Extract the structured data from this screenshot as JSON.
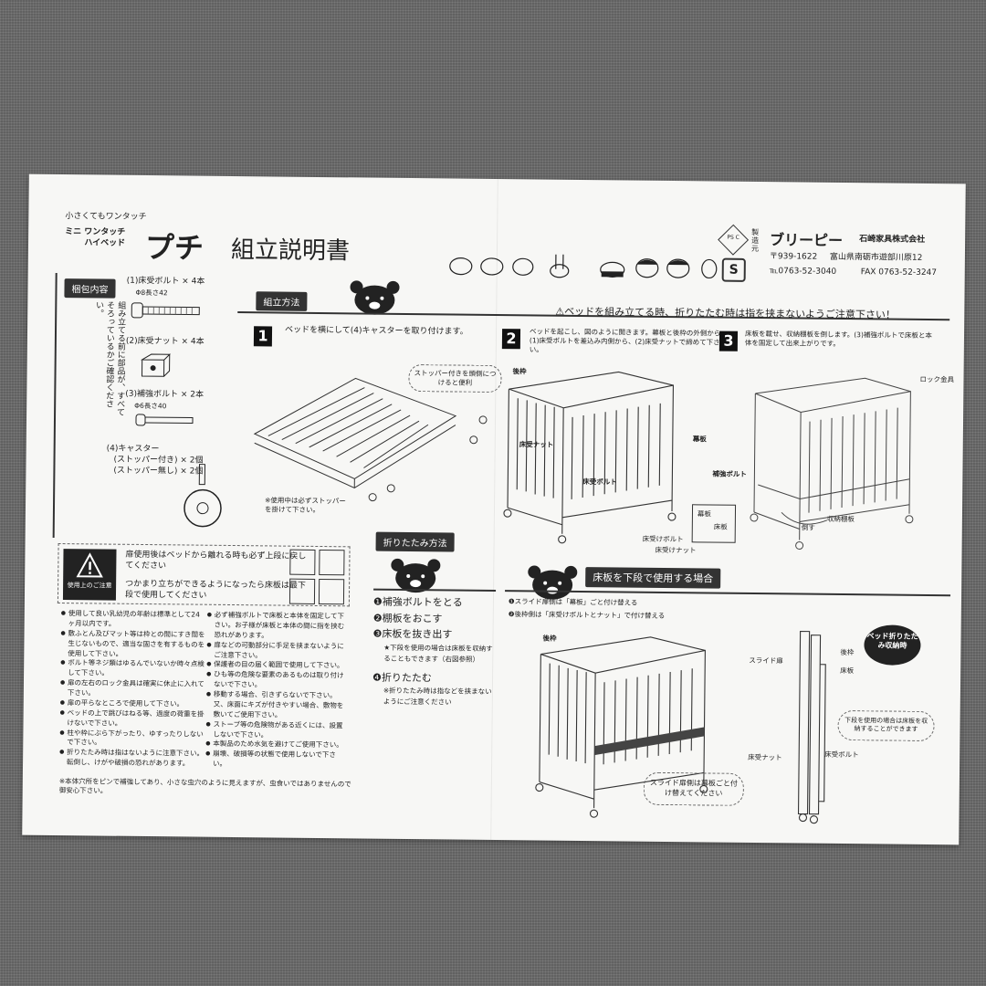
{
  "header": {
    "tagline": "小さくてもワンタッチ",
    "series_line1": "ミニ ワンタッチ",
    "series_line2": "ハイベッド",
    "product": "プチ",
    "doc_title": "組立説明書",
    "ps_mark": "PS C",
    "maker_label": "製造元",
    "brand": "ブリーピー",
    "company": "石崎家具株式会社",
    "postal": "〒939-1622",
    "address": "富山県南砺市遊部川原12",
    "tel": "℡0763-52-3040",
    "fax": "FAX 0763-52-3247",
    "s_logo": "S"
  },
  "parts": {
    "heading": "梱包内容",
    "vertical_note": "組み立てる前に部品が、すべてそろっているかご確認ください。",
    "bolt": "(1)床受ボルト × 4本",
    "bolt_spec": "Φ8長さ42",
    "nut": "(2)床受ナット × 4本",
    "rbolt": "(3)補強ボルト × 2本",
    "rbolt_spec": "Φ6長さ40",
    "caster": "(4)キャスター",
    "caster_a": "(ストッパー付き) × 2個",
    "caster_b": "(ストッパー無し) × 2個"
  },
  "assembly": {
    "heading": "組立方法",
    "warning": "⚠ベッドを組み立てる時、折りたたむ時は指を挟まないようご注意下さい！",
    "step1_num": "1",
    "step1_text": "ベッドを横にして(4)キャスターを取り付けます。",
    "step1_bubble": "ストッパー付きを頭側につけると便利",
    "step1_note": "※使用中は必ずストッパーを掛けて下さい。",
    "step2_num": "2",
    "step2_text": "ベッドを起こし、図のように開きます。幕板と後枠の外側から(1)床受ボルトを差込み内側から、(2)床受ナットで締めて下さい。",
    "step2_l1": "後枠",
    "step2_l2": "床受ナット",
    "step2_l3": "幕板",
    "step2_l4": "床受ボルト",
    "step2_l5": "床受けボルト",
    "step2_l6": "床受けナット",
    "step2_l7": "幕板",
    "step2_l8": "床板",
    "step3_num": "3",
    "step3_text": "床板を載せ、収納棚板を倒します。(3)補強ボルトで床板と本体を固定して出来上がりです。",
    "step3_l1": "ロック金具",
    "step3_l2": "補強ボルト",
    "step3_l3": "倒す",
    "step3_l4": "収納棚板"
  },
  "caution": {
    "label": "使用上のご注意",
    "notice1": "扉使用後はベッドから離れる時も必ず上段に戻してください",
    "notice2": "つかまり立ちができるようになったら床板は最下段で使用してください",
    "left_items": [
      "使用して良い乳幼児の年齢は標準として24ヶ月以内です。",
      "敷ふとん及びマット等は枠との間にすき間を生じないもので、適当な固さを有するものを使用して下さい。",
      "ボルト等ネジ類はゆるんでいないか時々点検して下さい。",
      "扉の左右のロック金具は確実に休止に入れて下さい。",
      "扉の平らなところで使用して下さい。",
      "ベッドの上で跳びはねる等、過度の荷重を掛けないで下さい。",
      "柱や枠にぶら下がったり、ゆすったりしないで下さい。",
      "折りたたみ時は指はないように注意下さい。転倒し、けがや破損の恐れがあります。"
    ],
    "right_items": [
      "必ず補強ボルトで床板と本体を固定して下さい。お子様が床板と本体の間に指を挟む恐れがあります。",
      "扉などの可動部分に手足を挟まないようにご注意下さい。",
      "保護者の目の届く範囲で使用して下さい。",
      "ひも等の危険な要素のあるものは取り付けないで下さい。",
      "移動する場合、引きずらないで下さい。又、床面にキズが付きやすい場合、敷物を敷いてご使用下さい。",
      "ストーブ等の危険物がある近くには、設置しないで下さい。",
      "本製品のため水気を避けてご使用下さい。",
      "崩壊、破損等の状態で使用しないで下さい。"
    ],
    "footnote": "※本体穴所をピンで補強してあり、小さな虫穴のように見えますが、虫食いではありませんので御安心下さい。"
  },
  "folding": {
    "heading": "折りたたみ方法",
    "steps": [
      "❶補強ボルトをとる",
      "❷棚板をおこす",
      "❸床板を抜き出す",
      "❹折りたたむ"
    ],
    "note3": "★下段を使用の場合は床板を収納することもできます（右図参照）",
    "note4": "※折りたたみ時は指などを挟まないようにご注意ください"
  },
  "lower": {
    "heading": "床板を下段で使用する場合",
    "line1": "❶スライド扉側は「幕板」ごと付け替える",
    "line2": "❷後枠側は「床受けボルトとナット」で付け替える",
    "l_ushiro": "後枠",
    "bubble": "スライド扉側は幕板ごと付け替えてください",
    "fold_badge": "ベッド折りたたみ収納時",
    "l_slide": "スライド扉",
    "l_back": "後枠",
    "l_floor": "床板",
    "side_bubble": "下段を使用の場合は床板を収納することができます",
    "l_nut": "床受ナット",
    "l_bolt": "床受ボルト"
  }
}
